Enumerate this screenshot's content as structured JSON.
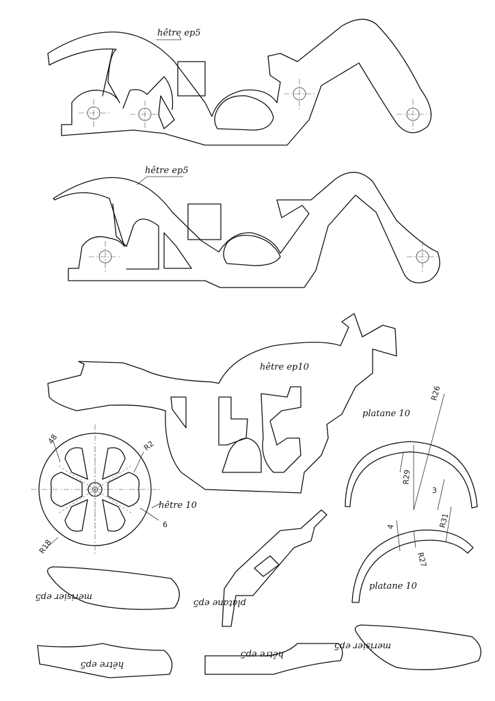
{
  "labels": {
    "frame_top": "hêtre ep5",
    "frame_mid": "hêtre ep5",
    "body": "hêtre ep10",
    "wheel": "hêtre 10",
    "fender_top": "platane 10",
    "fender_bottom": "platane 10",
    "seat_left": "merisier ep5",
    "seat_right": "merisier ep5",
    "fork": "platane ep5",
    "exhaust_left": "hêtre ep5",
    "exhaust_right": "hêtre ep5"
  },
  "dimensions": {
    "wheel_hub": "48",
    "wheel_small_radius": "R2",
    "wheel_rim": "R18",
    "wheel_six": "6",
    "fender_outer": "R26",
    "fender_inner": "R29",
    "fender_thickness": "3",
    "fender2_outer": "R31",
    "fender2_inner": "R27",
    "fender2_thickness": "4"
  }
}
